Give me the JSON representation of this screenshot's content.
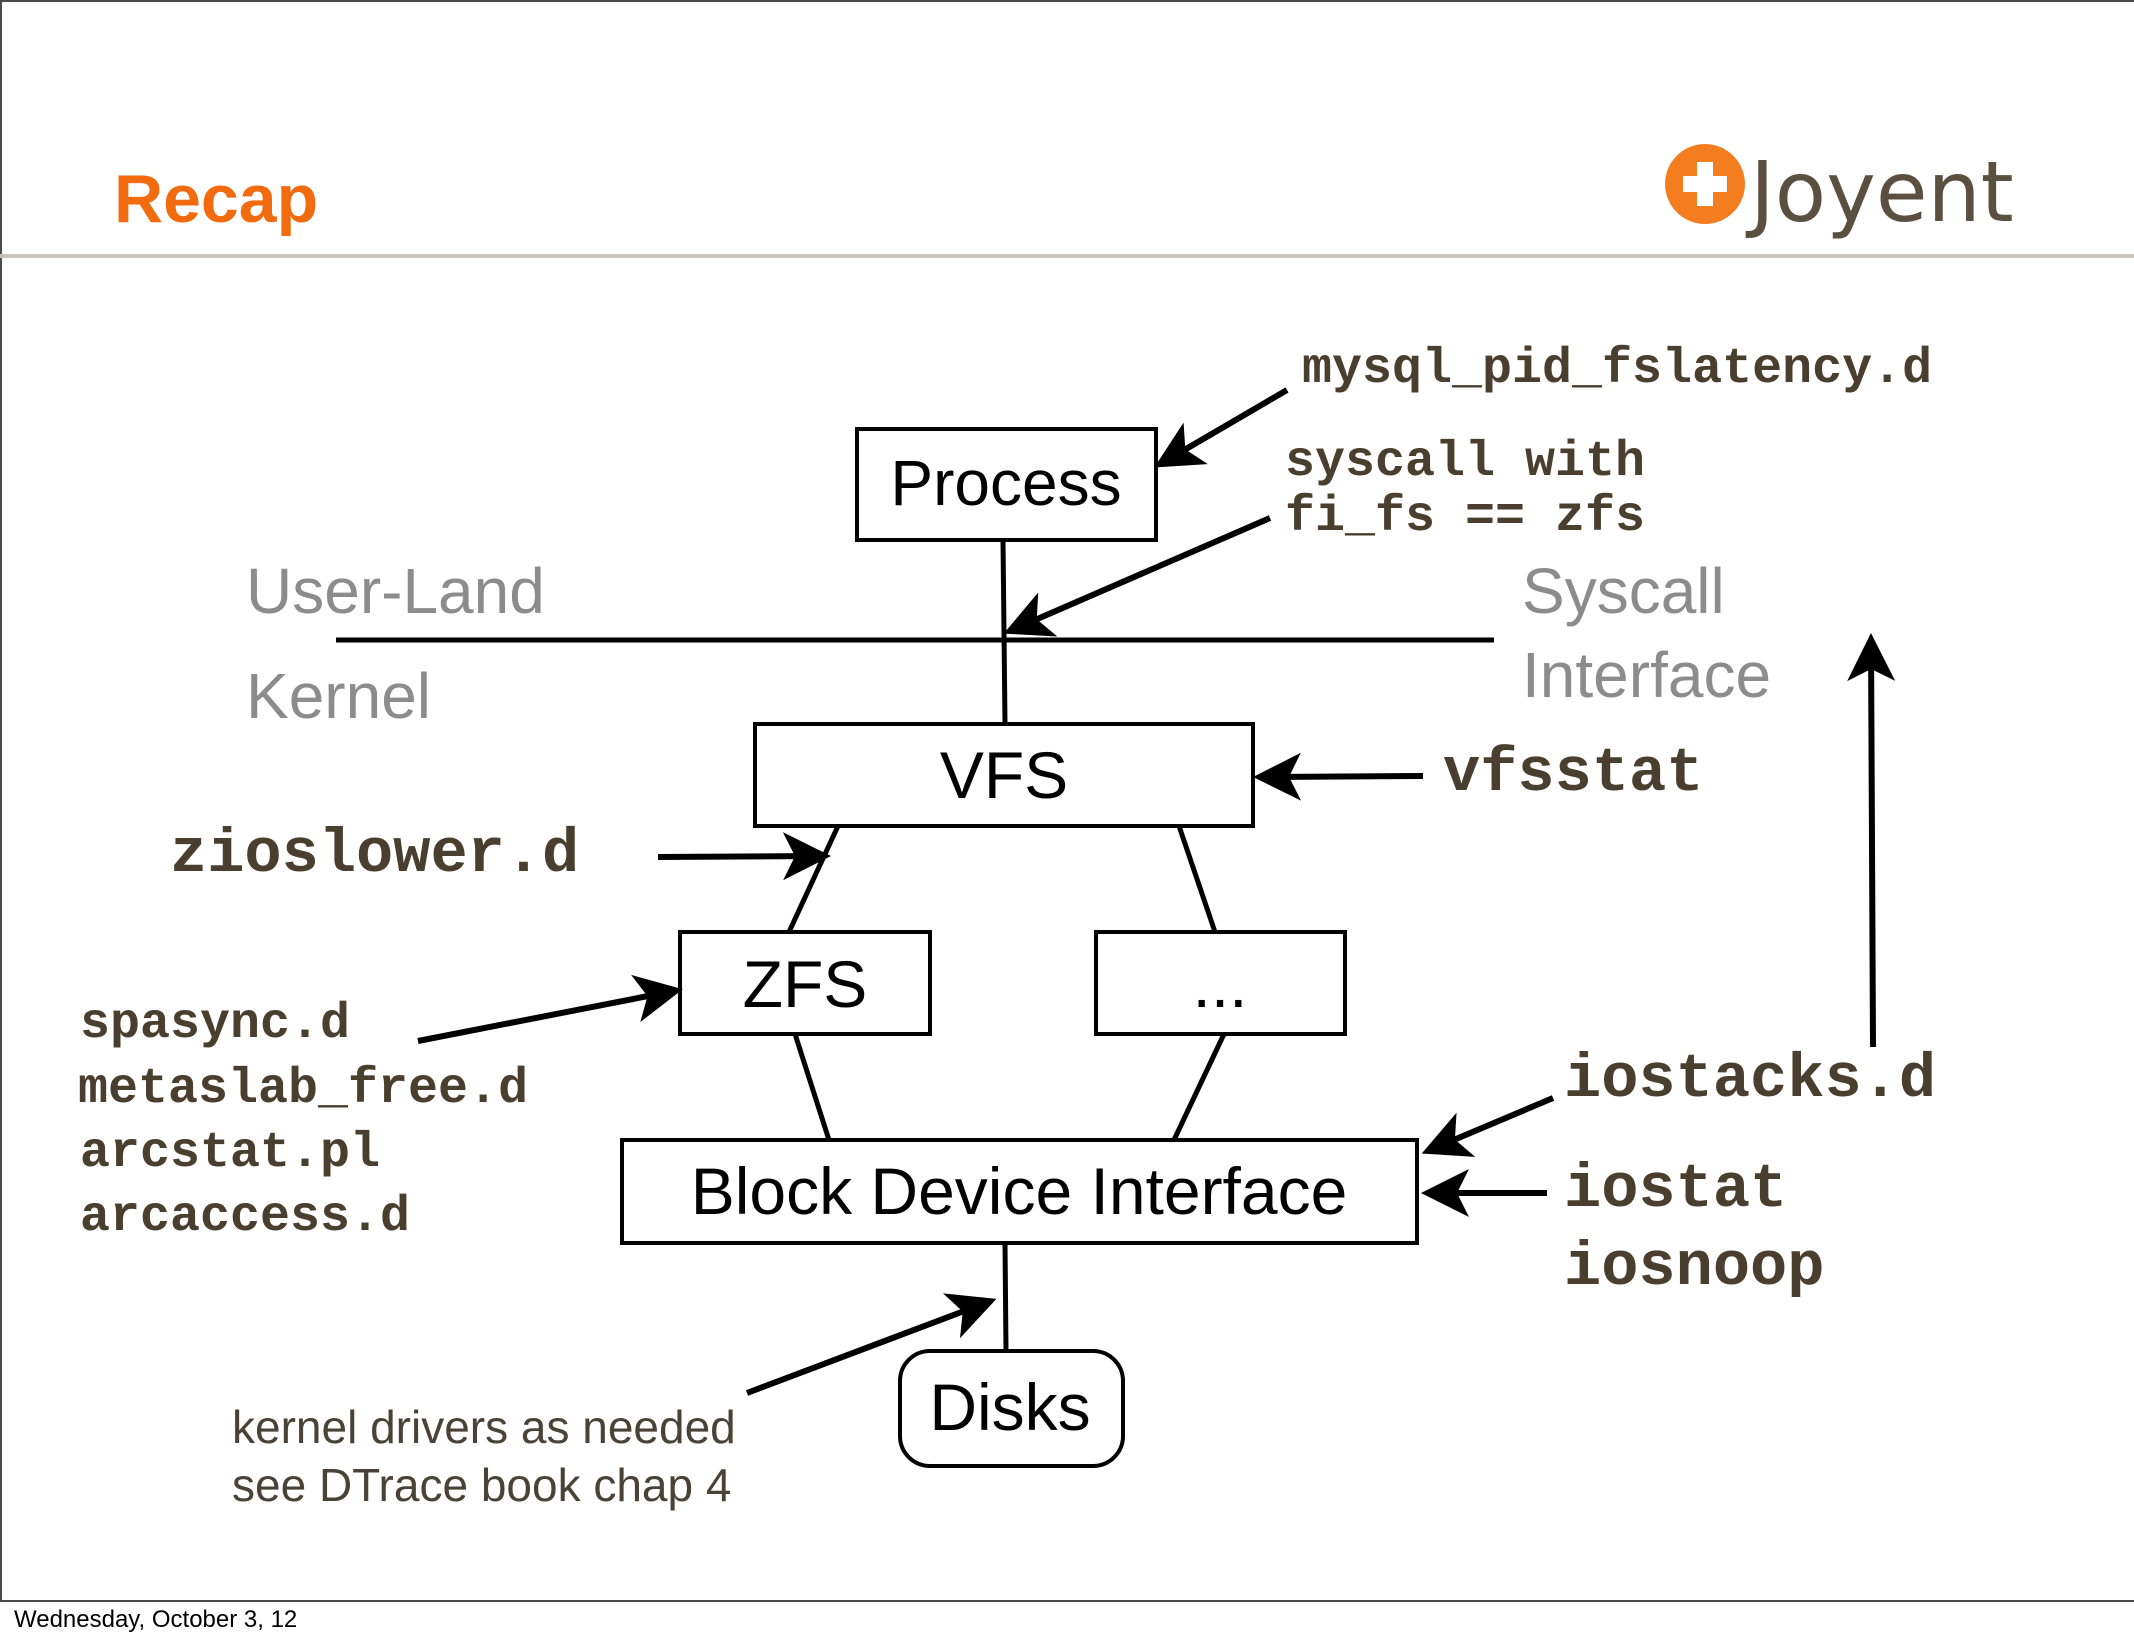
{
  "slide": {
    "title": "Recap",
    "logo": {
      "icon": "plus-circle-icon",
      "text": "Joyent",
      "color": "#f47d20"
    },
    "title_color": "#f26b0f"
  },
  "diagram": {
    "layers": {
      "user_land": "User-Land",
      "kernel": "Kernel",
      "syscall_line1": "Syscall",
      "syscall_line2": "Interface"
    },
    "boxes": {
      "process": "Process",
      "vfs": "VFS",
      "zfs": "ZFS",
      "other_fs": "...",
      "block_device": "Block Device Interface",
      "disks": "Disks"
    },
    "tools": {
      "mysql_pid_fslatency": "mysql_pid_fslatency.d",
      "syscall_with_line1": "syscall with",
      "syscall_with_line2": "fi_fs == zfs",
      "vfsstat": "vfsstat",
      "zioslower": "zioslower.d",
      "zfs_tools": [
        "spasync.d",
        "metaslab_free.d",
        "arcstat.pl",
        "arcaccess.d"
      ],
      "iostacks": "iostacks.d",
      "iostat": "iostat",
      "iosnoop": "iosnoop"
    },
    "notes": {
      "line1": "kernel drivers as needed",
      "line2": "see DTrace book chap 4"
    }
  },
  "footer": {
    "date": "Wednesday, October 3, 12"
  }
}
